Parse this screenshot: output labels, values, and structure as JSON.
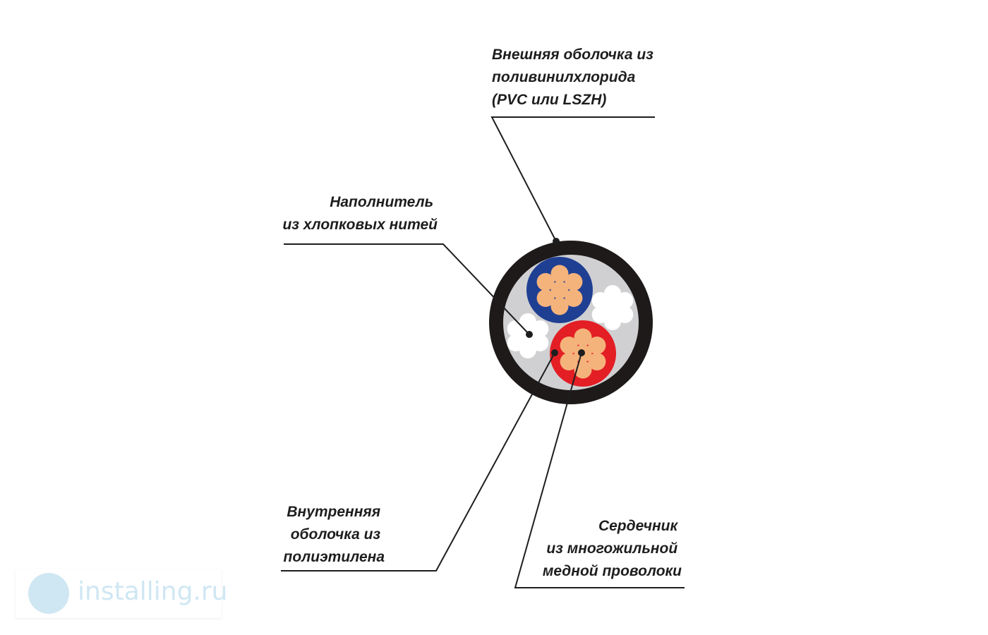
{
  "labels": {
    "outer_sheath": [
      "Внешняя оболочка из",
      "поливинилхлорида",
      "(PVC или LSZH)"
    ],
    "filler": [
      "Наполнитель",
      "из хлопковых нитей"
    ],
    "inner_sheath": [
      "Внутренняя",
      "оболочка из",
      "полиэтилена"
    ],
    "core": [
      "Сердечник",
      "из многожильной",
      "медной проволоки"
    ]
  },
  "watermark": {
    "text": "installing.ru"
  },
  "colors": {
    "outer_sheath": "#1e1a1a",
    "inner_fill": "#d0d0d2",
    "blue_insulation": "#1f3f93",
    "red_insulation": "#e31e24",
    "copper": "#f5b37c",
    "filler": "#ffffff"
  }
}
